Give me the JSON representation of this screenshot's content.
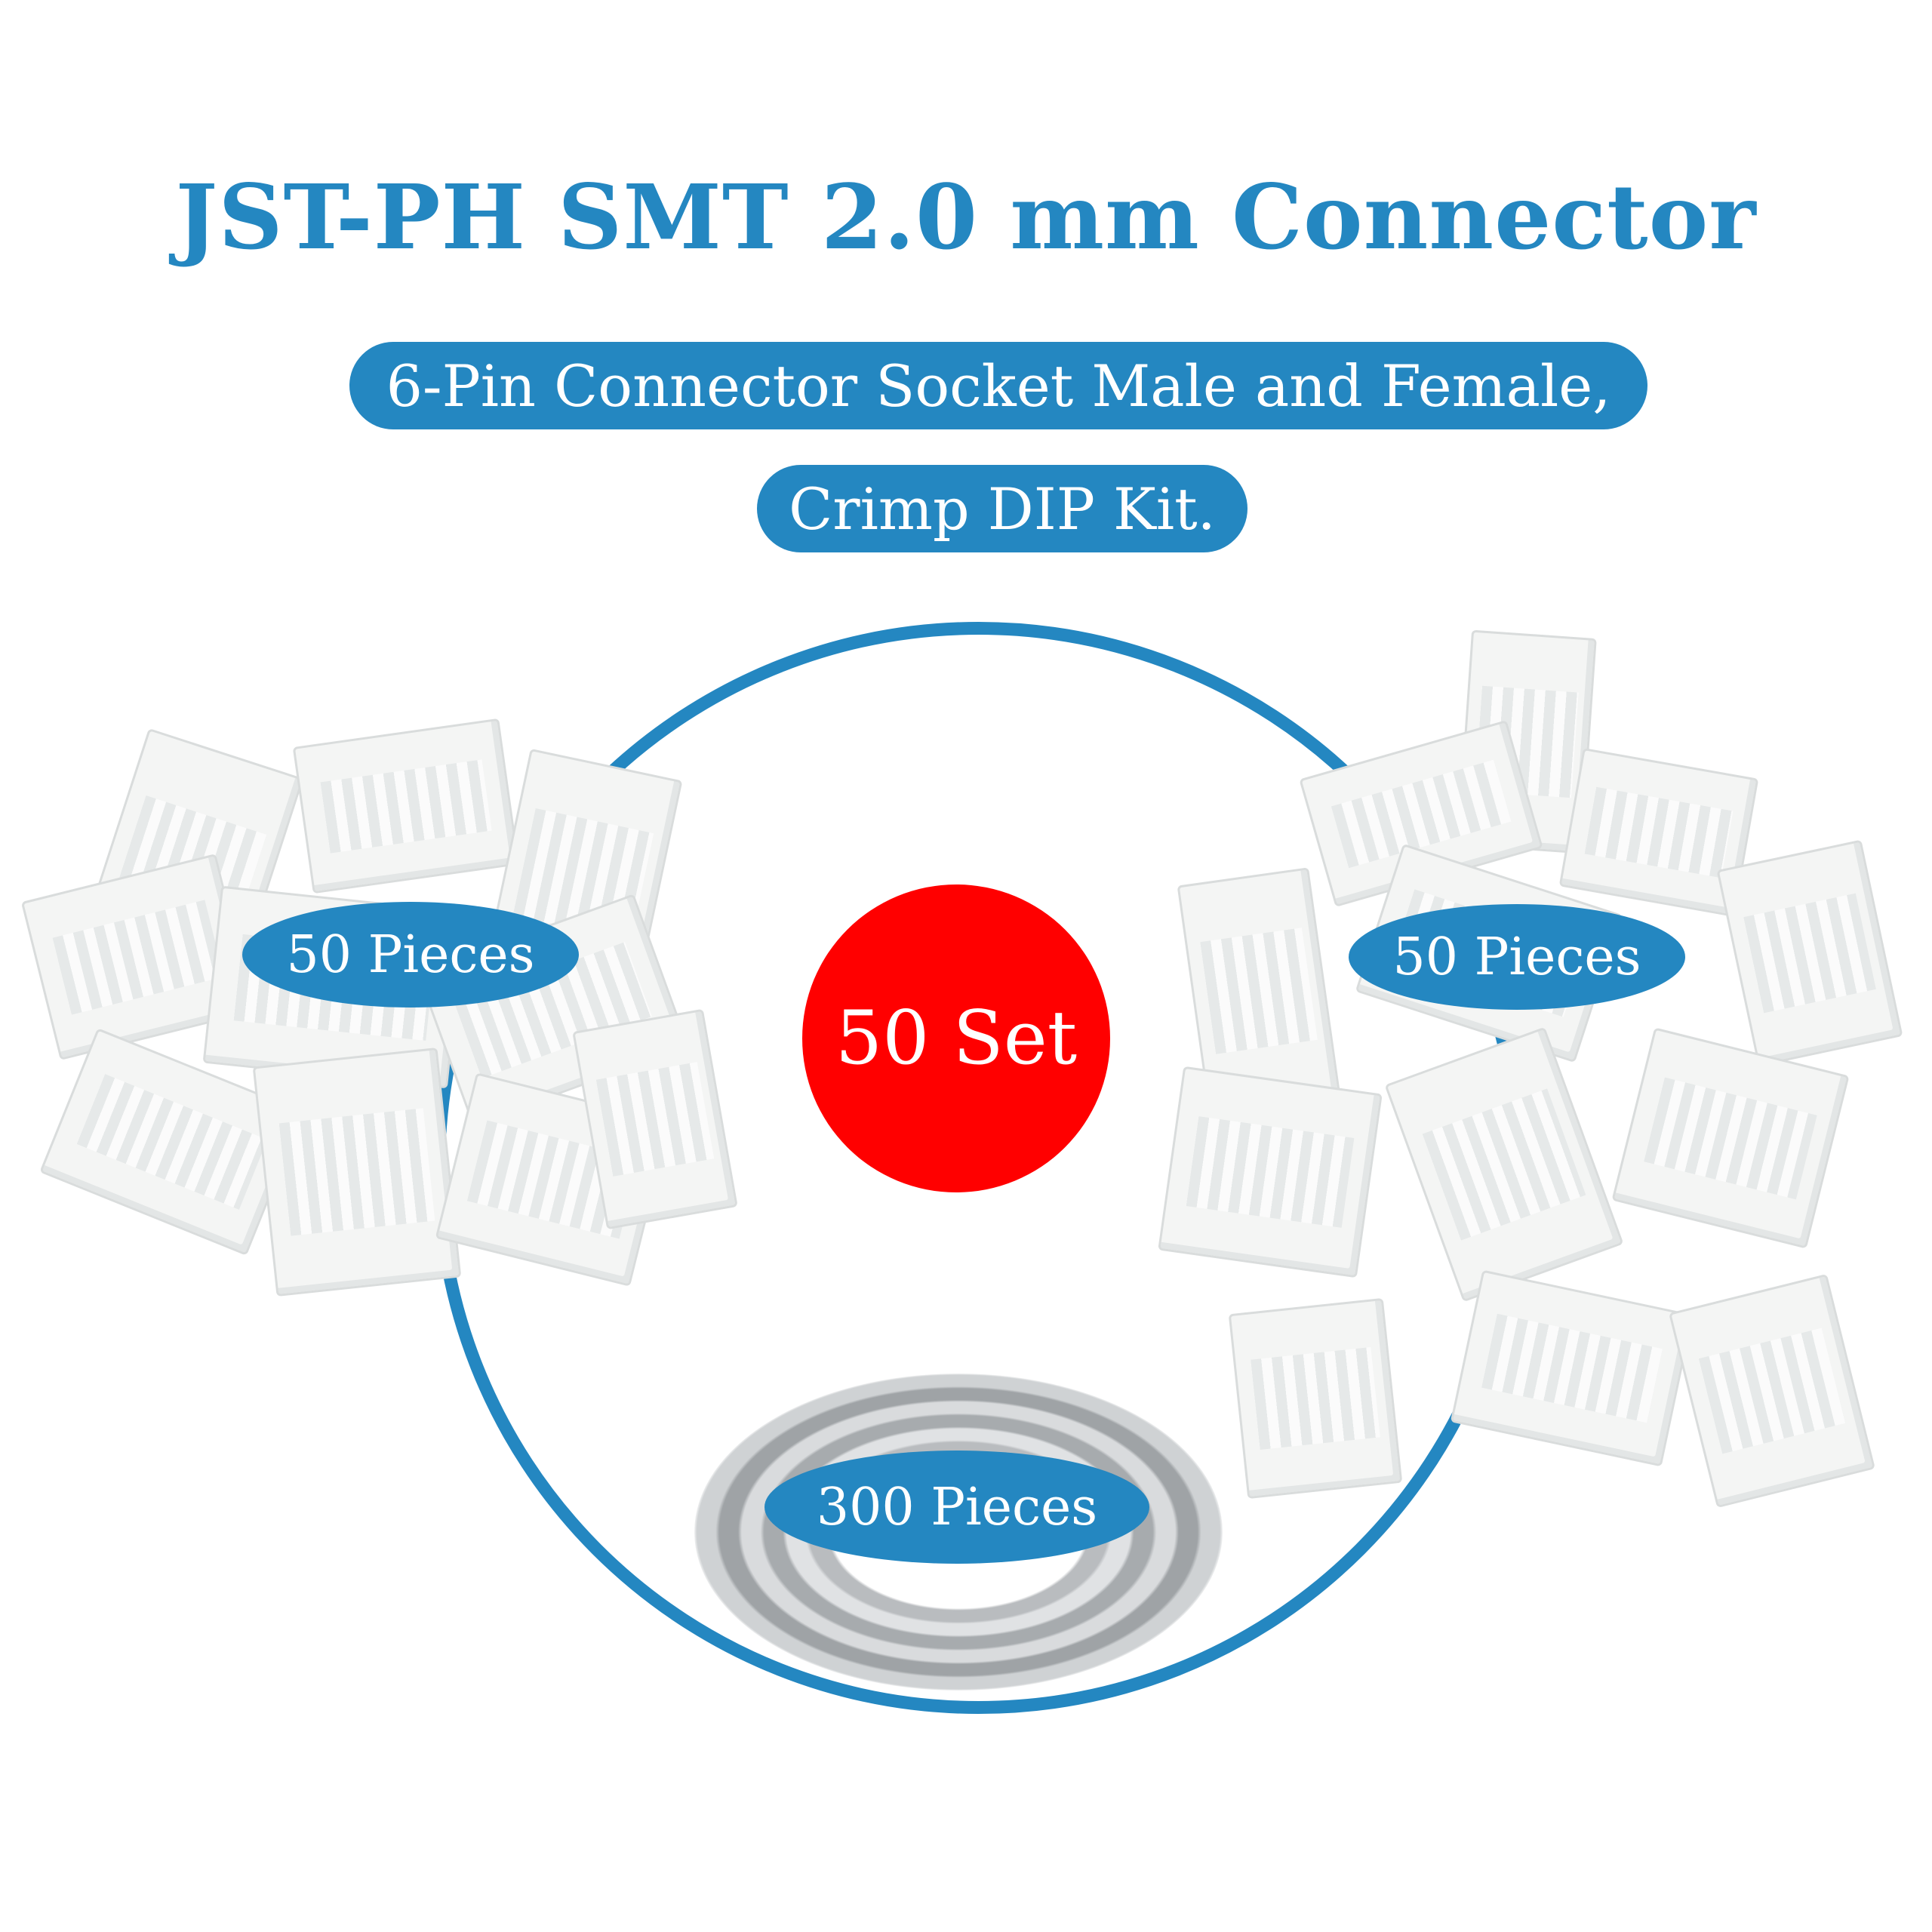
{
  "header": {
    "title": "JST-PH SMT 2.0 mm Connector",
    "subtitle_line1": "6-Pin Connector Socket Male and Female,",
    "subtitle_line2": "Crimp DIP Kit."
  },
  "badges": {
    "left": "50 Pieces",
    "right": "50 Pieces",
    "bottom": "300 Pieces",
    "center": "50 Set"
  },
  "colors": {
    "accent": "#2487c1",
    "center_badge": "#ff0000",
    "background": "#ffffff"
  }
}
